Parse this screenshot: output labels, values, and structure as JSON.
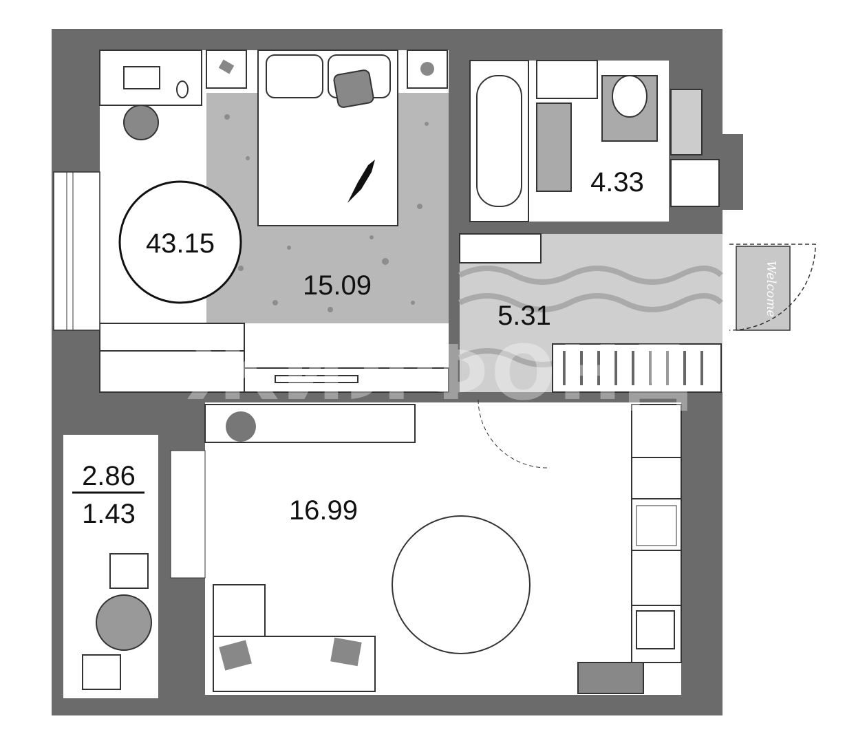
{
  "plan": {
    "total_area": "43.15",
    "rooms": {
      "bedroom": "15.09",
      "bathroom": "4.33",
      "hallway": "5.31",
      "living_kitchen": "16.99",
      "balcony_full": "2.86",
      "balcony_reduced": "1.43"
    },
    "doormat_text": "Welcome",
    "watermark": "ЖИЛФОНД"
  },
  "colors": {
    "wall": "#6b6b6b",
    "carpet": "#b8b8b8",
    "hall_floor": "#cfcfcf",
    "furniture": "#8a8a8a"
  }
}
